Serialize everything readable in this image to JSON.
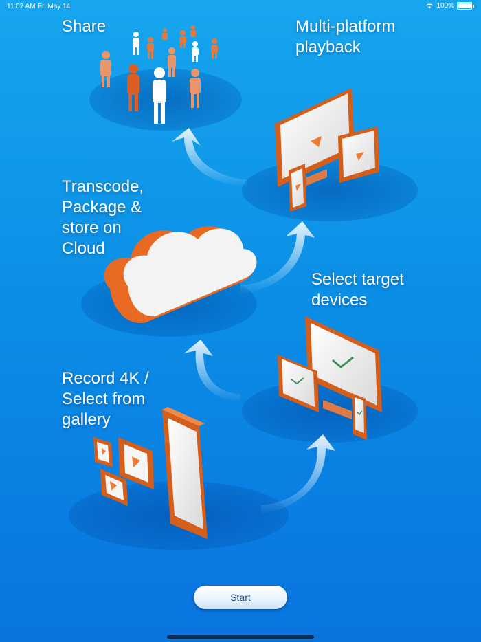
{
  "status_bar": {
    "time": "11:02 AM",
    "date": "Fri May 14",
    "battery": "100%"
  },
  "steps": {
    "share": "Share",
    "playback": "Multi-platform\nplayback",
    "cloud": "Transcode,\nPackage &\nstore on\nCloud",
    "devices": "Select target\ndevices",
    "record": "Record 4K /\nSelect from\ngallery"
  },
  "start_label": "Start",
  "colors": {
    "orange": "#f07a2f",
    "dark_orange": "#d45e1a",
    "white": "#ffffff",
    "bg_top": "#17a6ee",
    "bg_bottom": "#0a74df"
  },
  "icons": [
    "people-icon",
    "multi-device-icon",
    "cloud-icon",
    "target-devices-icon",
    "phone-icon",
    "video-clip-icon",
    "arrow-icon",
    "wifi-icon",
    "battery-icon"
  ]
}
